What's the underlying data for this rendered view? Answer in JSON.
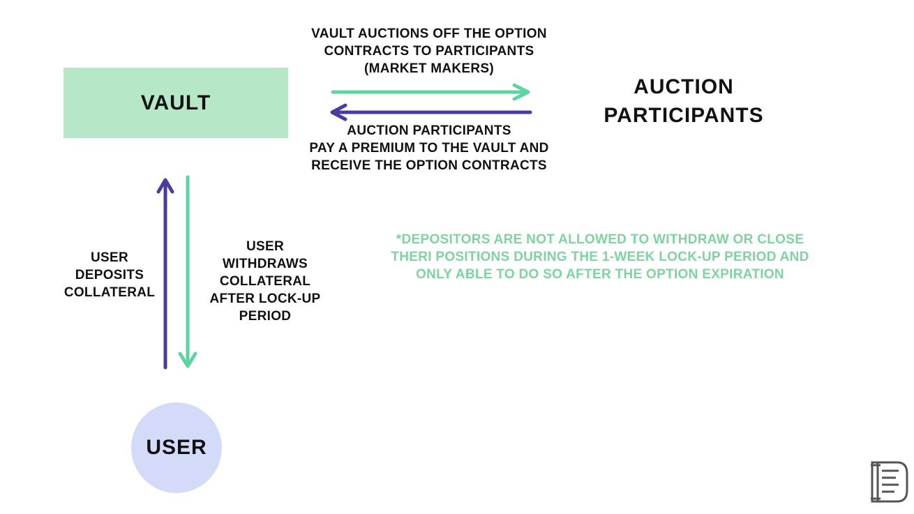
{
  "vault_box": {
    "label": "VAULT",
    "color": "#b6e8c8"
  },
  "user_node": {
    "label": "USER",
    "color": "#d3dbf8"
  },
  "participants_node": {
    "line1": "AUCTION",
    "line2": "PARTICIPANTS"
  },
  "top_arrow_label": {
    "line1": "VAULT AUCTIONS OFF THE OPTION",
    "line2": "CONTRACTS TO PARTICIPANTS",
    "line3": "(MARKET MAKERS)"
  },
  "bottom_arrow_label": {
    "line1": "AUCTION PARTICIPANTS",
    "line2": "PAY A PREMIUM TO THE VAULT AND",
    "line3": "RECEIVE THE OPTION CONTRACTS"
  },
  "deposit_label": {
    "line1": "USER",
    "line2": "DEPOSITS",
    "line3": "COLLATERAL"
  },
  "withdraw_label": {
    "line1": "USER",
    "line2": "WITHDRAWS",
    "line3": "COLLATERAL",
    "line4": "AFTER LOCK-UP",
    "line5": "PERIOD"
  },
  "note": {
    "line1": "*DEPOSITORS ARE NOT ALLOWED TO WITHDRAW OR CLOSE",
    "line2": "THERI POSITIONS DURING THE 1-WEEK LOCK-UP PERIOD AND",
    "line3": "ONLY ABLE TO DO SO AFTER THE OPTION EXPIRATION",
    "color": "#7ed3a0"
  },
  "colors": {
    "green_arrow": "#5fd4a3",
    "purple_arrow": "#4b3aa0"
  },
  "logo_icon": "book-logo-icon"
}
